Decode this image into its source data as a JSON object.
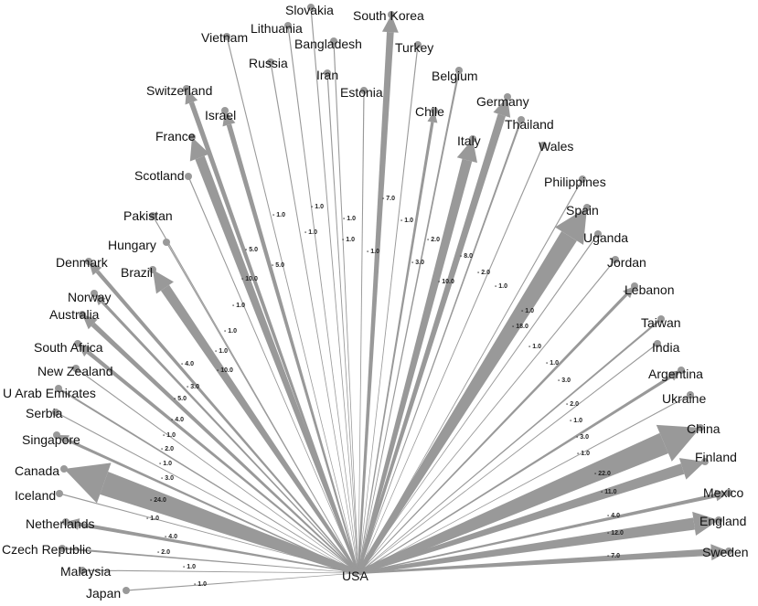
{
  "center": {
    "label": "USA"
  },
  "colors": {
    "edge": "#999999",
    "node": "#999999",
    "label": "#111111",
    "background": "#ffffff"
  },
  "edges": [
    {
      "target": "Slovakia"
    },
    {
      "target": "South Korea",
      "weight": "7.0"
    },
    {
      "target": "Lithuania",
      "weight": "1.0"
    },
    {
      "target": "Vietnam",
      "weight": "1.0"
    },
    {
      "target": "Bangladesh",
      "weight": "1.0"
    },
    {
      "target": "Turkey",
      "weight": "1.0"
    },
    {
      "target": "Russia",
      "weight": "1.0"
    },
    {
      "target": "Iran",
      "weight": "1.0"
    },
    {
      "target": "Belgium",
      "weight": "2.0"
    },
    {
      "target": "Estonia",
      "weight": "1.0"
    },
    {
      "target": "Switzerland",
      "weight": "5.0"
    },
    {
      "target": "Israel",
      "weight": "5.0"
    },
    {
      "target": "Chile",
      "weight": "3.0"
    },
    {
      "target": "Germany",
      "weight": "8.0"
    },
    {
      "target": "Thailand",
      "weight": "2.0"
    },
    {
      "target": "France",
      "weight": "10.0"
    },
    {
      "target": "Italy",
      "weight": "10.0"
    },
    {
      "target": "Wales",
      "weight": "1.0"
    },
    {
      "target": "Scotland",
      "weight": "1.0"
    },
    {
      "target": "Philippines",
      "weight": "1.0"
    },
    {
      "target": "Spain",
      "weight": "18.0"
    },
    {
      "target": "Pakistan",
      "weight": "1.0"
    },
    {
      "target": "Uganda",
      "weight": "1.0"
    },
    {
      "target": "Hungary",
      "weight": "1.0"
    },
    {
      "target": "Jordan",
      "weight": "1.0"
    },
    {
      "target": "Denmark",
      "weight": "4.0"
    },
    {
      "target": "Brazil",
      "weight": "10.0"
    },
    {
      "target": "Lebanon",
      "weight": "3.0"
    },
    {
      "target": "Norway",
      "weight": "3.0"
    },
    {
      "target": "Australia",
      "weight": "5.0"
    },
    {
      "target": "Taiwan",
      "weight": "2.0"
    },
    {
      "target": "India",
      "weight": "1.0"
    },
    {
      "target": "South Africa",
      "weight": "4.0"
    },
    {
      "target": "Argentina",
      "weight": "3.0"
    },
    {
      "target": "New Zealand",
      "weight": "1.0"
    },
    {
      "target": "Ukraine",
      "weight": "1.0"
    },
    {
      "target": "U Arab Emirates",
      "weight": "2.0"
    },
    {
      "target": "Serbia",
      "weight": "1.0"
    },
    {
      "target": "China",
      "weight": "22.0"
    },
    {
      "target": "Singapore",
      "weight": "3.0"
    },
    {
      "target": "Finland",
      "weight": "11.0"
    },
    {
      "target": "Canada",
      "weight": "24.0"
    },
    {
      "target": "Iceland",
      "weight": "1.0"
    },
    {
      "target": "Mexico",
      "weight": "4.0"
    },
    {
      "target": "Netherlands",
      "weight": "4.0"
    },
    {
      "target": "England",
      "weight": "12.0"
    },
    {
      "target": "Czech Republic",
      "weight": "2.0"
    },
    {
      "target": "Sweden",
      "weight": "7.0"
    },
    {
      "target": "Malaysia",
      "weight": "1.0"
    },
    {
      "target": "Japan",
      "weight": "1.0"
    }
  ]
}
